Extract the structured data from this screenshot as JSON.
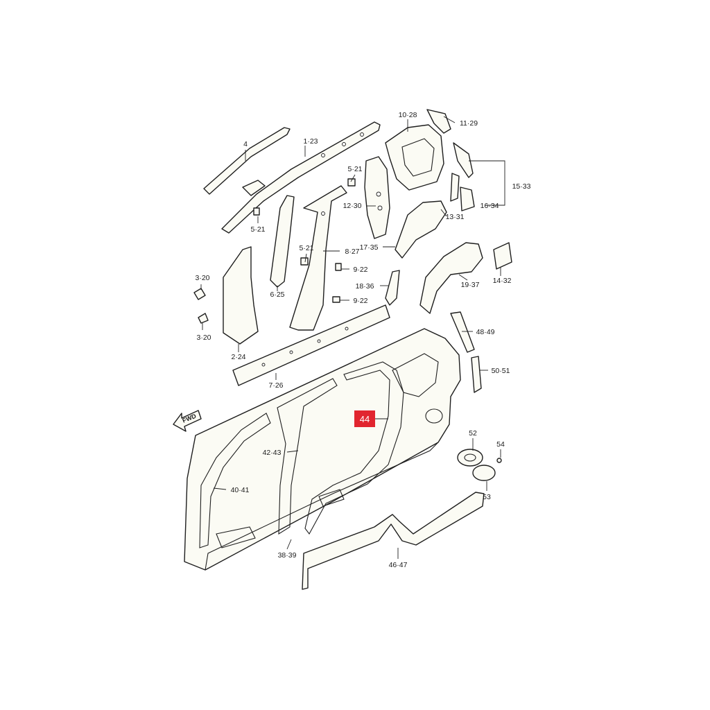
{
  "diagram": {
    "fwd_label": "FWD",
    "highlight": {
      "label": "44",
      "color": "#e1252f"
    },
    "callouts": {
      "c4": "4",
      "c1_23": "1·23",
      "c10_28": "10·28",
      "c11_29": "11·29",
      "c5_21_a": "5·21",
      "c15_33": "15·33",
      "c12_30": "12·30",
      "c16_34": "16·34",
      "c5_21_b": "5·21",
      "c13_31": "13·31",
      "c5_21_c": "5·21",
      "c8_27": "8·27",
      "c17_35": "17·35",
      "c9_22_a": "9·22",
      "c3_20_a": "3·20",
      "c18_36": "18·36",
      "c19_37": "19·37",
      "c14_32": "14·32",
      "c6_25": "6·25",
      "c9_22_b": "9·22",
      "c3_20_b": "3·20",
      "c48_49": "48·49",
      "c2_24": "2·24",
      "c50_51": "50·51",
      "c7_26": "7·26",
      "c52": "52",
      "c54": "54",
      "c42_43": "42·43",
      "c40_41": "40·41",
      "c53": "53",
      "c38_39": "38·39",
      "c46_47": "46·47"
    }
  }
}
